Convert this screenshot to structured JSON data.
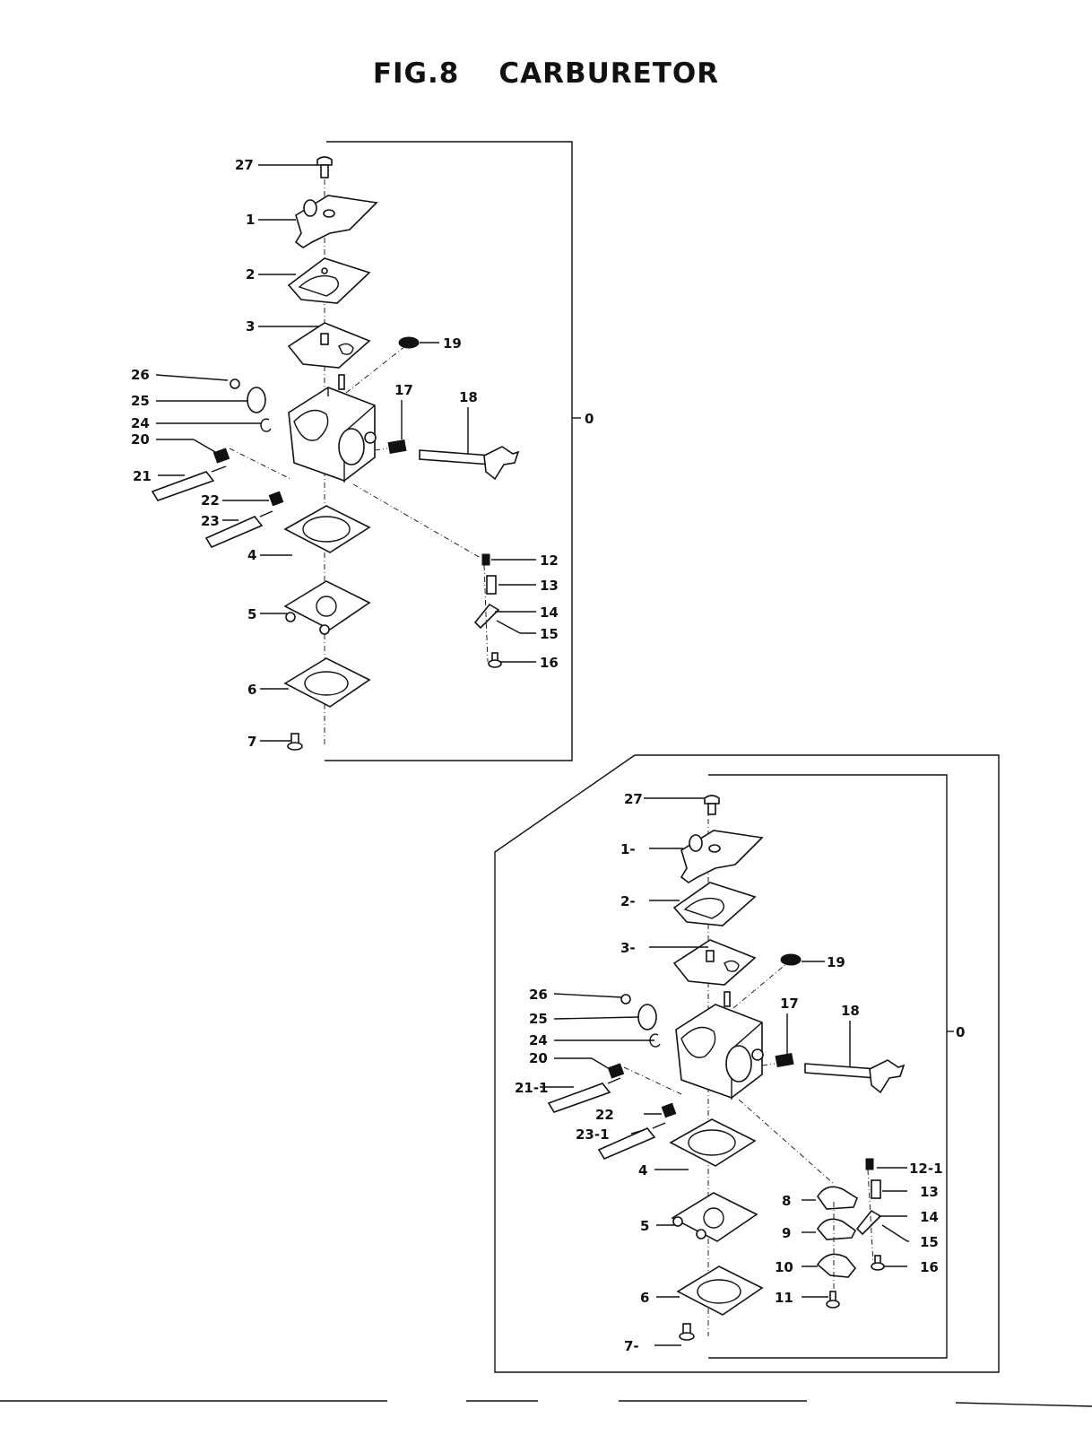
{
  "title": {
    "fig": "FIG.8",
    "name": "CARBURETOR"
  },
  "top_assembly": {
    "frame_label": "0",
    "labels": [
      "27",
      "1",
      "2",
      "3",
      "19",
      "26",
      "25",
      "24",
      "20",
      "17",
      "18",
      "21",
      "22",
      "23",
      "4",
      "12",
      "13",
      "14",
      "15",
      "5",
      "16",
      "6",
      "7"
    ]
  },
  "bottom_assembly": {
    "frame_label": "0",
    "labels": [
      "27",
      "1-",
      "2-",
      "3-",
      "19",
      "26",
      "25",
      "24",
      "20",
      "17",
      "18",
      "21-1",
      "22",
      "23-1",
      "4",
      "12-1",
      "8",
      "13",
      "14",
      "9",
      "15",
      "5",
      "10",
      "16",
      "11",
      "6",
      "7-"
    ]
  },
  "colors": {
    "ink": "#111111",
    "paper": "#ffffff"
  }
}
